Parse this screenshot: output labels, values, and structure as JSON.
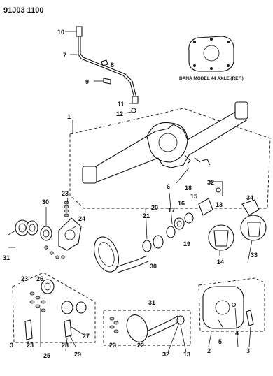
{
  "diagram_id": "91J03 1100",
  "caption": "DANA MODEL 44 AXLE (REF.)",
  "callouts": {
    "c1": "1",
    "c2": "2",
    "c3": "3",
    "c3b": "3",
    "c4": "4",
    "c5": "5",
    "c6": "6",
    "c7": "7",
    "c8": "8",
    "c9": "9",
    "c10": "10",
    "c11": "11",
    "c12": "12",
    "c13": "13",
    "c13b": "13",
    "c14": "14",
    "c15": "15",
    "c16": "16",
    "c17": "17",
    "c18": "18",
    "c19": "19",
    "c20": "20",
    "c21": "21",
    "c22": "22",
    "c23": "23",
    "c23b": "23",
    "c23c": "23",
    "c23d": "23",
    "c24": "24",
    "c25": "25",
    "c26": "26",
    "c27": "27",
    "c28": "28",
    "c29": "29",
    "c30": "30",
    "c30b": "30",
    "c31": "31",
    "c31b": "31",
    "c32": "32",
    "c32b": "32",
    "c33": "33",
    "c34": "34"
  }
}
